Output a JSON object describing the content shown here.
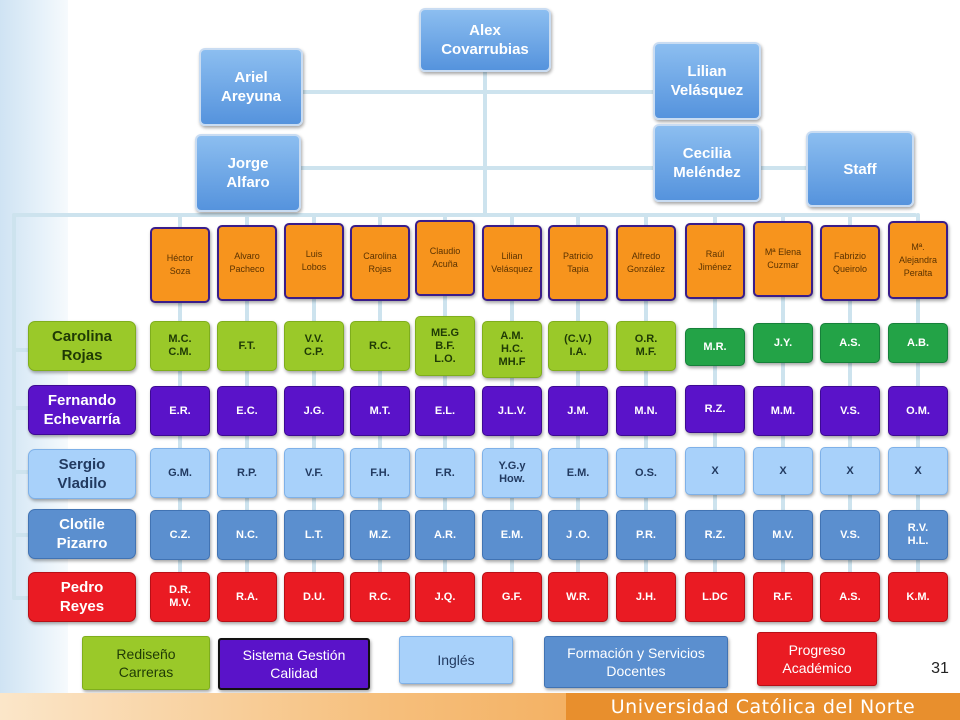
{
  "header": {
    "top": "Alex\nCovarrubias",
    "left_upper": "Ariel\nAreyuna",
    "left_lower": "Jorge\nAlfaro",
    "right_upper": "Lilian\nVelásquez",
    "right_lower": "Cecilia\nMeléndez",
    "staff": "Staff"
  },
  "people": [
    "Héctor\nSoza",
    "Alvaro\nPacheco",
    "Luis\nLobos",
    "Carolina\nRojas",
    "Claudio\nAcuña",
    "Lilian\nVelásquez",
    "Patricio\nTapia",
    "Alfredo\nGonzález",
    "Raúl\nJiménez",
    "Mª Elena\nCuzmar",
    "Fabrizio\nQueirolo",
    "Mª.\nAlejandra\nPeralta"
  ],
  "side_labels": [
    "Carolina\nRojas",
    "Fernando\nEchevarría",
    "Sergio\nVladilo",
    "Clotile\nPizarro",
    "Pedro\nReyes"
  ],
  "rows": [
    [
      "M.C.\nC.M.",
      "F.T.",
      "V.V.\nC.P.",
      "R.C.",
      "ME.G\nB.F.\nL.O.",
      "A.M.\nH.C.\nMH.F",
      "(C.V.)\nI.A.",
      "O.R.\nM.F.",
      "M.R.",
      "J.Y.",
      "A.S.",
      "A.B."
    ],
    [
      "E.R.",
      "E.C.",
      "J.G.",
      "M.T.",
      "E.L.",
      "J.L.V.",
      "J.M.",
      "M.N.",
      "R.Z.",
      "M.M.",
      "V.S.",
      "O.M."
    ],
    [
      "G.M.",
      "R.P.",
      "V.F.",
      "F.H.",
      "F.R.",
      "Y.G.y\nHow.",
      "E.M.",
      "O.S.",
      "X",
      "X",
      "X",
      "X"
    ],
    [
      "C.Z.",
      "N.C.",
      "L.T.",
      "M.Z.",
      "A.R.",
      "E.M.",
      "J .O.",
      "P.R.",
      "R.Z.",
      "M.V.",
      "V.S.",
      "R.V.\nH.L."
    ],
    [
      "D.R.\nM.V.",
      "R.A.",
      "D.U.",
      "R.C.",
      "J.Q.",
      "G.F.",
      "W.R.",
      "J.H.",
      "L.DC",
      "R.F.",
      "A.S.",
      "K.M."
    ]
  ],
  "legend": [
    "Rediseño\nCarreras",
    "Sistema Gestión\nCalidad",
    "Inglés",
    "Formación y Servicios\nDocentes",
    "Progreso\nAcadémico"
  ],
  "page_number": "31",
  "footer": "Universidad Católica del Norte",
  "colors": {
    "blue_box": "#6fa7e6",
    "person_box": "#f7941d",
    "row_green": "#9ac929",
    "row_purple": "#5a13c9",
    "row_light_blue": "#a8d1fa",
    "row_steel_blue": "#5b8fcf",
    "row_red": "#ea1b23",
    "dark_green": "#23a347",
    "connector": "#cde3ee",
    "footer_orange": "#e88f2d"
  }
}
